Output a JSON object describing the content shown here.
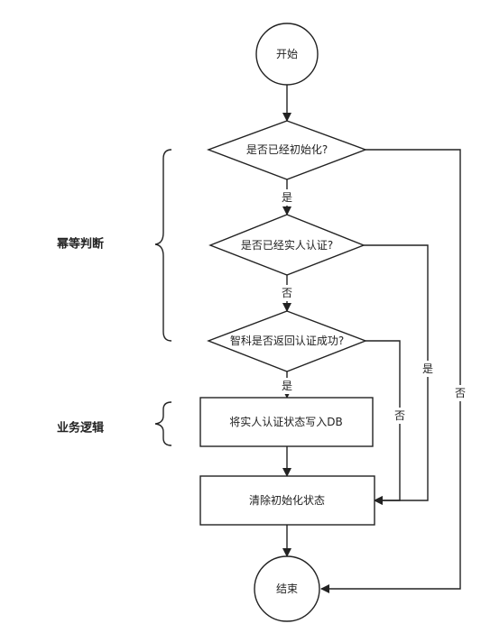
{
  "nodes": {
    "start": "开始",
    "check_init": "是否已经初始化?",
    "check_verified": "是否已经实人认证?",
    "check_zhike": "智科是否返回认证成功?",
    "write_db": "将实人认证状态写入DB",
    "clear_init": "清除初始化状态",
    "end": "结束"
  },
  "edge_labels": {
    "init_yes": "是",
    "verified_no": "否",
    "zhike_yes": "是",
    "zhike_no": "否",
    "verified_yes": "是",
    "init_no": "否"
  },
  "groups": {
    "idempotent": "幂等判断",
    "business": "业务逻辑"
  }
}
